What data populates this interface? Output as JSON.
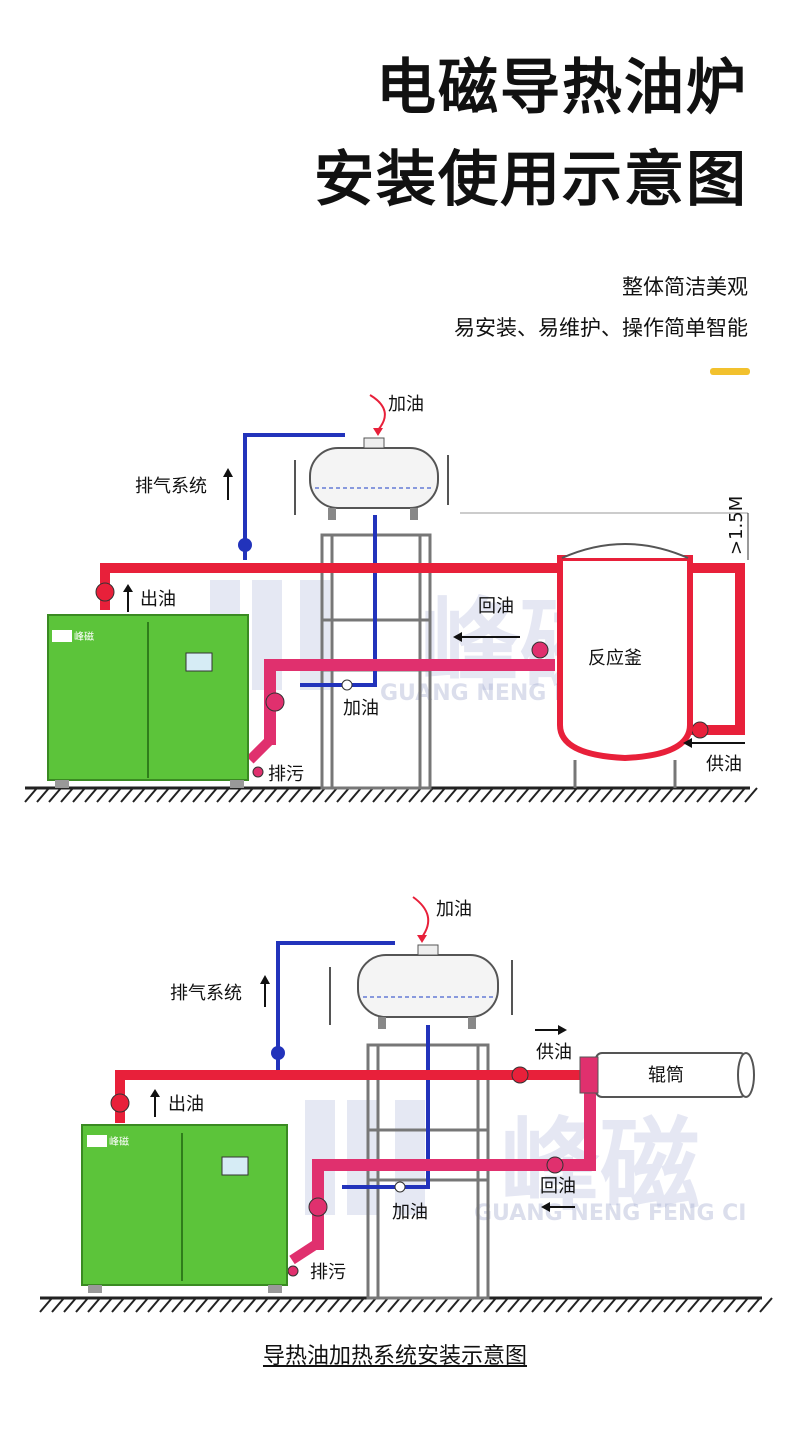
{
  "title_line1": "电磁导热油炉",
  "title_line2": "安装使用示意图",
  "subtitle_line1": "整体简洁美观",
  "subtitle_line2": "易安装、易维护、操作简单智能",
  "accent_color": "#f2c12e",
  "diagram1": {
    "labels": {
      "add_oil_top": "加油",
      "exhaust": "排气系统",
      "oil_out": "出油",
      "return_oil": "回油",
      "reactor": "反应釜",
      "add_oil_bottom": "加油",
      "drain": "排污",
      "supply_oil": "供油",
      "height_mark": ">1.5M",
      "brand_badge": "峰磁"
    },
    "watermark": {
      "logo": "峰磁",
      "text": "GUANG NENG FENG CI"
    }
  },
  "diagram2": {
    "labels": {
      "add_oil_top": "加油",
      "exhaust": "排气系统",
      "oil_out": "出油",
      "supply_oil": "供油",
      "roller": "辊筒",
      "return_oil": "回油",
      "add_oil_bottom": "加油",
      "drain": "排污",
      "brand_badge": "峰磁"
    },
    "watermark": {
      "logo": "峰磁",
      "text": "GUANG NENG FENG CI"
    }
  },
  "caption": "导热油加热系统安装示意图",
  "colors": {
    "hot_pipe": "#e8203a",
    "return_pipe": "#e0306e",
    "vent_pipe": "#2233bb",
    "cabinet": "#5cc43a"
  }
}
